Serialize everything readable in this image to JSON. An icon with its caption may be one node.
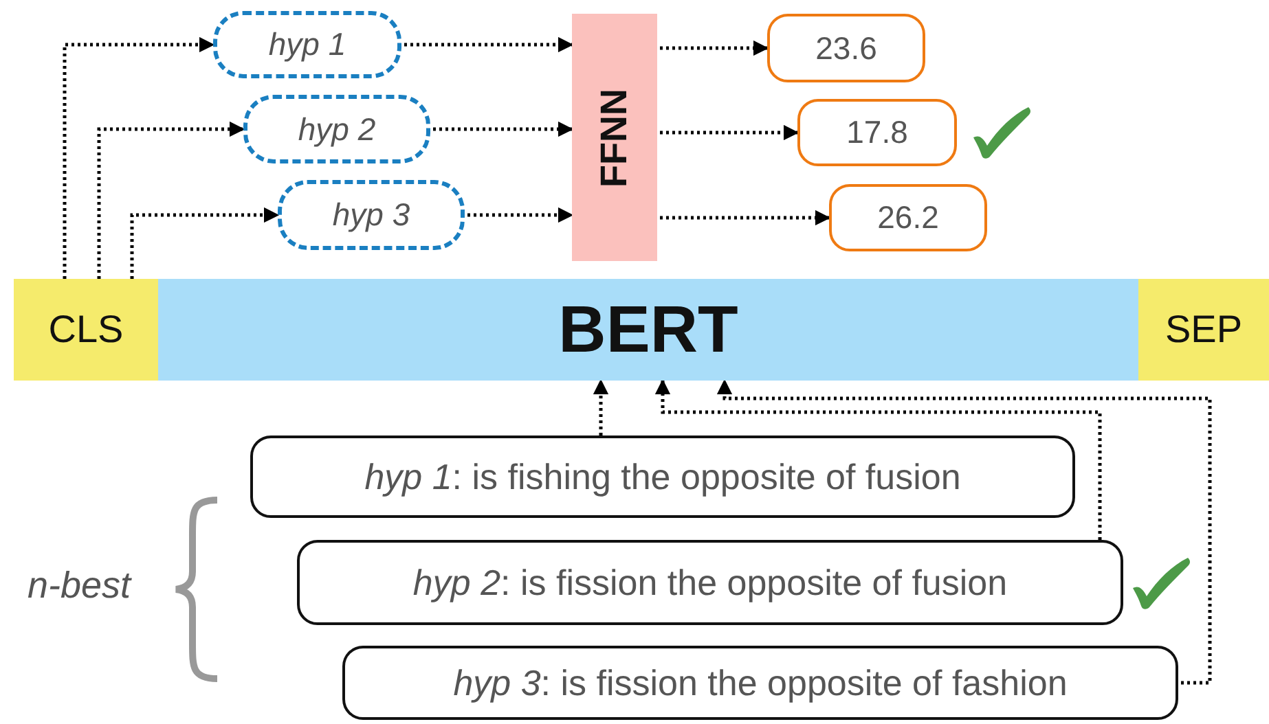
{
  "diagram": {
    "nodes": [
      {
        "text": [
          "hyp 1"
        ]
      },
      {
        "text": [
          "hyp 2"
        ]
      },
      {
        "text": [
          "hyp 3"
        ]
      },
      {
        "text": [
          "FFNN"
        ]
      },
      {
        "text": [
          "23.6"
        ]
      },
      {
        "text": [
          "17.8"
        ]
      },
      {
        "text": [
          "26.2"
        ]
      },
      {
        "text": [
          "CLS"
        ]
      },
      {
        "text": [
          "BERT"
        ]
      },
      {
        "text": [
          "SEP"
        ]
      },
      {
        "text": [
          "*hyp 1*: is fishing the opposite of fusion"
        ]
      },
      {
        "text": [
          "*hyp 2*: is fission the opposite of fusion"
        ]
      },
      {
        "text": [
          "*hyp 3*: is fission the opposite of fashion"
        ]
      }
    ],
    "edges": [
      {
        "from": 7,
        "to": 0,
        "arrow": "to"
      },
      {
        "from": 7,
        "to": 1,
        "arrow": "to"
      },
      {
        "from": 7,
        "to": 2,
        "arrow": "to"
      },
      {
        "from": 0,
        "to": 3,
        "arrow": "to"
      },
      {
        "from": 1,
        "to": 3,
        "arrow": "to"
      },
      {
        "from": 2,
        "to": 3,
        "arrow": "to"
      },
      {
        "from": 3,
        "to": 4,
        "arrow": "to"
      },
      {
        "from": 3,
        "to": 5,
        "arrow": "to"
      },
      {
        "from": 3,
        "to": 6,
        "arrow": "to"
      },
      {
        "from": 10,
        "to": 8,
        "arrow": "to"
      },
      {
        "from": 11,
        "to": 8,
        "arrow": "to"
      },
      {
        "from": 12,
        "to": 8,
        "arrow": "to"
      }
    ],
    "labels": [
      "n-best"
    ]
  }
}
